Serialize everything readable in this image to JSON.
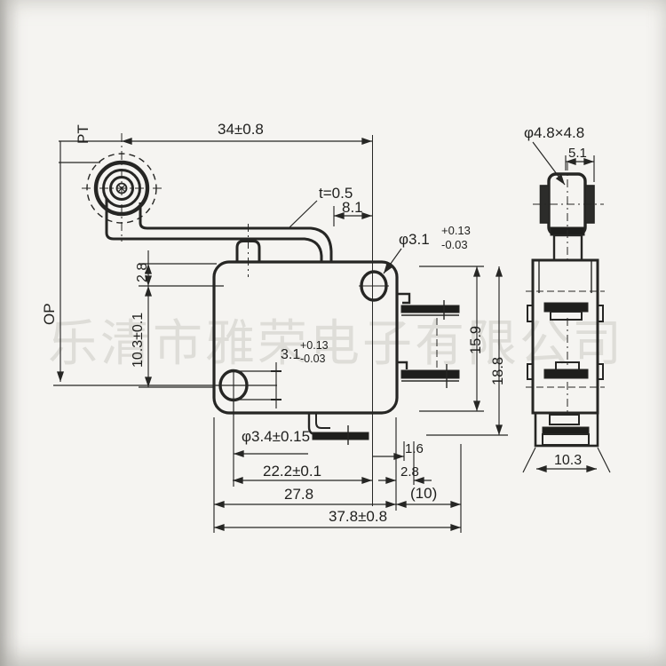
{
  "drawing": {
    "watermark": "乐清市雅荣电子有限公司",
    "front_view": {
      "pt": "PT",
      "op": "OP",
      "lever_length": "34±0.8",
      "lever_thickness": "t=0.5",
      "lever_bend_offset": "8.1",
      "top_hole_dia": "φ3.1",
      "top_hole_tol_plus": "+0.13",
      "top_hole_tol_minus": "-0.03",
      "hole_top_edge_offset": "2.8",
      "hole_row_spacing": "10.3±0.1",
      "bottom_hole_dia": "3.1",
      "bottom_hole_tol_plus": "+0.13",
      "bottom_hole_tol_minus": "-0.03",
      "bottom_hole_dia2": "φ3.4±0.15",
      "terminal_step1": "1.6",
      "terminal_step2": "2.8",
      "hole_spacing": "22.2±0.1",
      "body_length": "27.8",
      "terminal_length": "(10)",
      "overall_length": "37.8±0.8"
    },
    "side_view": {
      "roller_size": "φ4.8×4.8",
      "roller_width": "5.1",
      "body_height": "15.9",
      "overall_height": "18.8",
      "body_width": "10.3"
    }
  }
}
